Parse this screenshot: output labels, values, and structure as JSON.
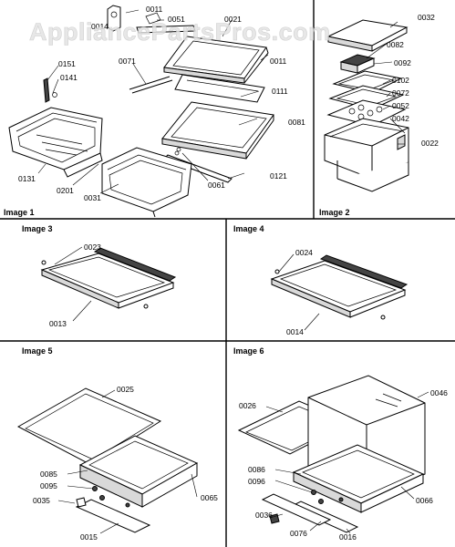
{
  "watermark": "AppliancePartsPros.com",
  "panels": {
    "image1": "Image 1",
    "image2": "Image 2",
    "image3": "Image 3",
    "image4": "Image 4",
    "image5": "Image 5",
    "image6": "Image 6"
  },
  "parts": {
    "p0011a": "0011",
    "p0051": "0051",
    "p0021": "0021",
    "p0014_top": "0014",
    "p0011b": "0011",
    "p0151": "0151",
    "p0141": "0141",
    "p0071": "0071",
    "p0111": "0111",
    "p0081": "0081",
    "p0131": "0131",
    "p0201": "0201",
    "p0031": "0031",
    "p0061": "0061",
    "p0121": "0121",
    "p0032": "0032",
    "p0082": "0082",
    "p0092": "0092",
    "p0102": "0102",
    "p0072": "0072",
    "p0052": "0052",
    "p0042": "0042",
    "p0022": "0022",
    "p0023": "0023",
    "p0013": "0013",
    "p0024": "0024",
    "p0014": "0014",
    "p0025": "0025",
    "p0085": "0085",
    "p0095": "0095",
    "p0035": "0035",
    "p0065": "0065",
    "p0015": "0015",
    "p0026": "0026",
    "p0046": "0046",
    "p0086": "0086",
    "p0096": "0096",
    "p0036": "0036",
    "p0076": "0076",
    "p0016": "0016",
    "p0066": "0066"
  }
}
